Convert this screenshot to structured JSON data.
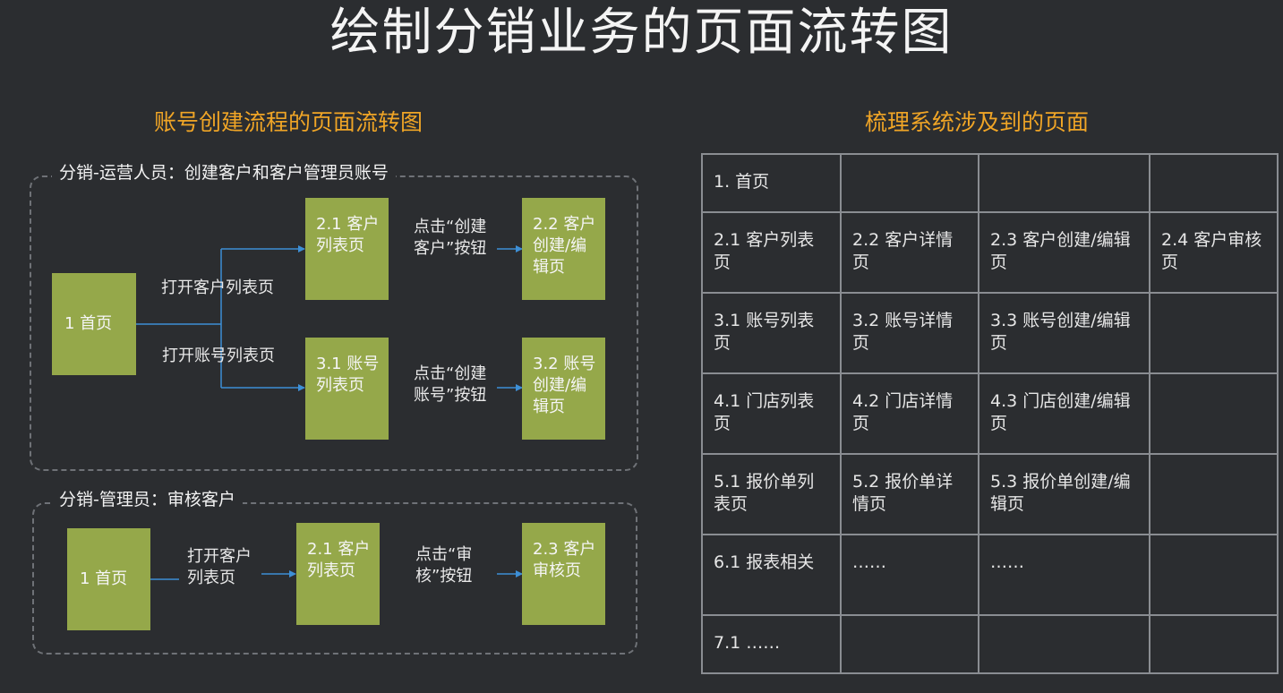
{
  "title": "绘制分销业务的页面流转图",
  "left": {
    "heading": "账号创建流程的页面流转图",
    "group1": {
      "label": "分销-运营人员：创建客户和客户管理员账号",
      "home": "1 首页",
      "edge_top": "打开客户列表页",
      "edge_bottom": "打开账号列表页",
      "customer_list": "2.1 客户列表页",
      "click_create_customer": "点击“创建客户”按钮",
      "customer_edit": "2.2 客户创建/编辑页",
      "account_list": "3.1 账号列表页",
      "click_create_account": "点击“创建账号”按钮",
      "account_edit": "3.2 账号创建/编辑页"
    },
    "group2": {
      "label": "分销-管理员：审核客户",
      "home": "1 首页",
      "edge_open": "打开客户列表页",
      "customer_list": "2.1 客户列表页",
      "click_review": "点击“审核”按钮",
      "customer_review": "2.3 客户审核页"
    }
  },
  "right": {
    "heading": "梳理系统涉及到的页面",
    "rows": [
      [
        "1. 首页",
        "",
        "",
        ""
      ],
      [
        "2.1 客户列表页",
        "2.2 客户详情页",
        "2.3 客户创建/编辑页",
        "2.4 客户审核页"
      ],
      [
        "3.1 账号列表页",
        "3.2 账号详情页",
        "3.3 账号创建/编辑页",
        ""
      ],
      [
        "4.1 门店列表页",
        "4.2 门店详情页",
        "4.3 门店创建/编辑页",
        ""
      ],
      [
        "5.1 报价单列表页",
        "5.2 报价单详情页",
        "5.3 报价单创建/编辑页",
        ""
      ],
      [
        "6.1 报表相关",
        "……",
        "……",
        ""
      ],
      [
        "7.1 ……",
        "",
        "",
        ""
      ]
    ]
  },
  "colors": {
    "background": "#2b2d30",
    "accent": "#f0a526",
    "node": "#95a84a",
    "arrow": "#3d8fd6"
  }
}
